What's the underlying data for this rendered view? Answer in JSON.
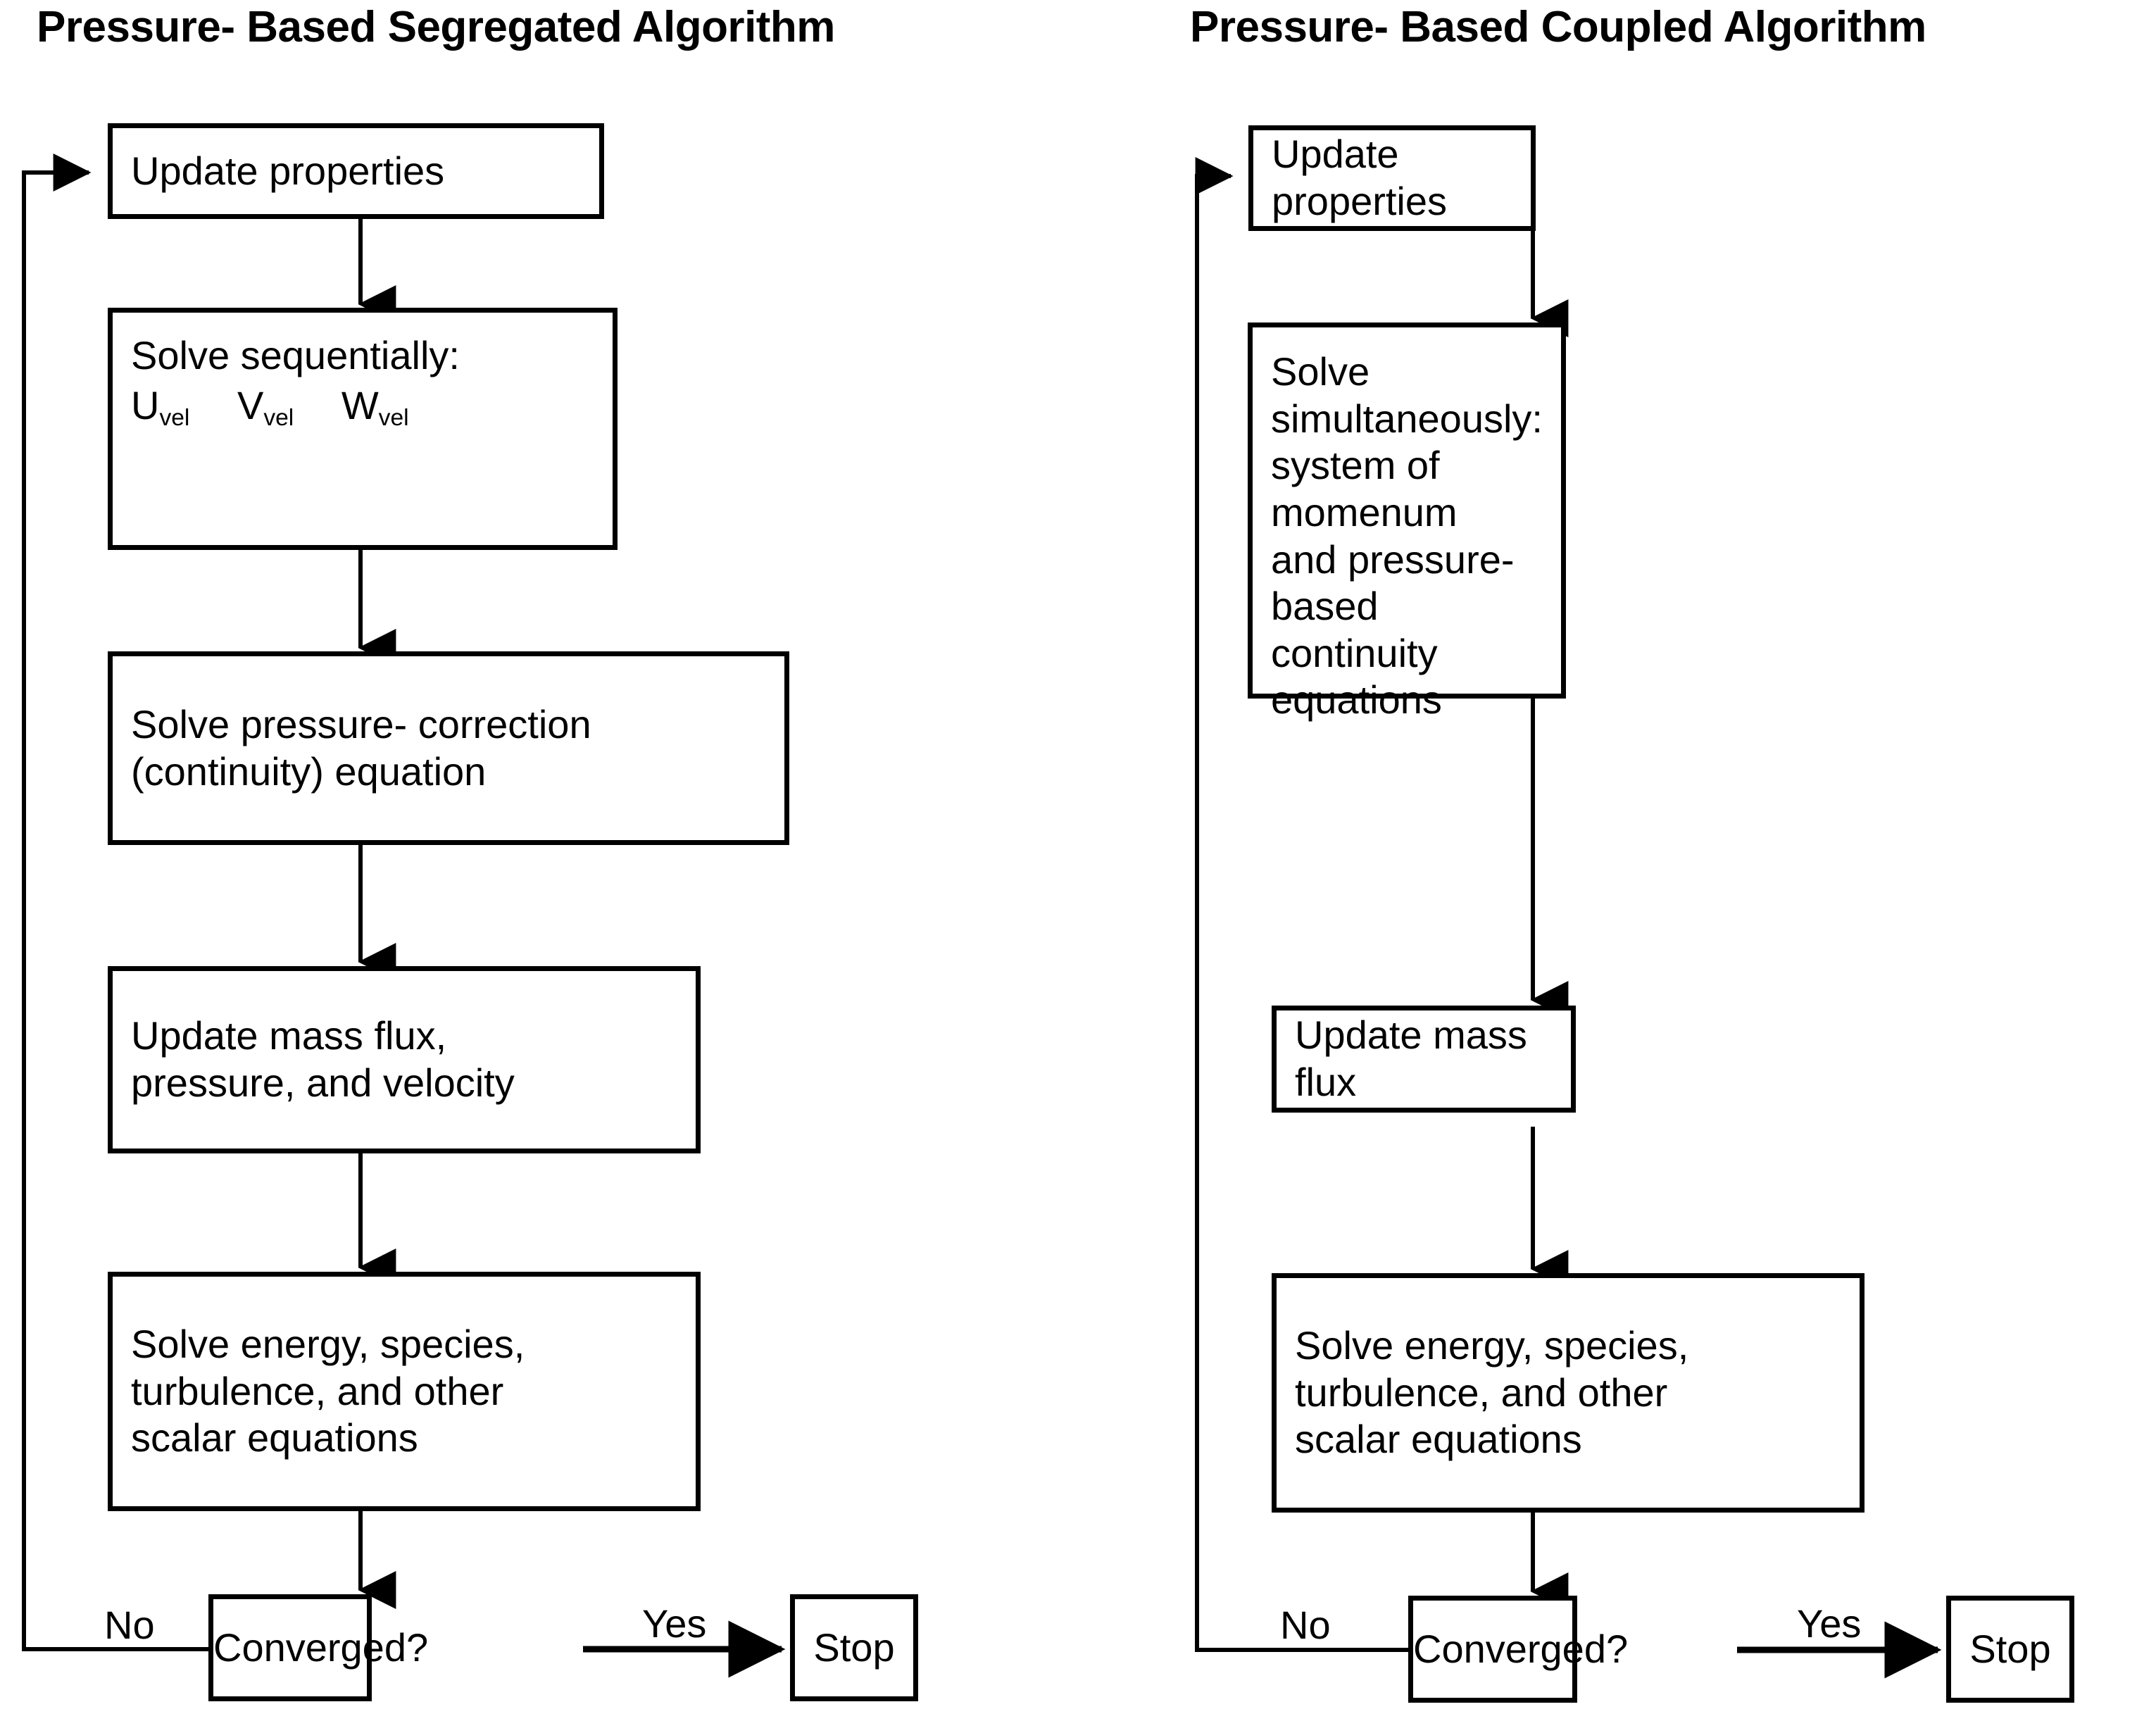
{
  "figure": {
    "type": "flowchart",
    "orientation": "two-column-comparison",
    "background_color": "#ffffff",
    "line_color": "#000000",
    "box_fill": "#ffffff",
    "box_border_color": "#000000"
  },
  "columns": [
    {
      "id": "segregated",
      "title": "Pressure- Based Segregated Algorithm",
      "nodes": [
        {
          "id": "seg-update-properties",
          "label": "Update properties"
        },
        {
          "id": "seg-solve-sequentially",
          "label": "Solve sequentially:",
          "velocities": [
            "U",
            "V",
            "W"
          ],
          "velocity_subscript": "vel"
        },
        {
          "id": "seg-solve-pressure-correction",
          "label": "Solve pressure- correction\n(continuity) equation"
        },
        {
          "id": "seg-update-mass-flux",
          "label": "Update mass flux,\npressure, and velocity"
        },
        {
          "id": "seg-solve-energy",
          "label": "Solve energy, species,\nturbulence, and other\nscalar equations"
        },
        {
          "id": "seg-converged",
          "label": "Converged?"
        },
        {
          "id": "seg-stop",
          "label": "Stop"
        }
      ],
      "edge_labels": {
        "no": "No",
        "yes": "Yes"
      }
    },
    {
      "id": "coupled",
      "title": "Pressure- Based Coupled Algorithm",
      "nodes": [
        {
          "id": "cou-update-properties",
          "label": "Update properties"
        },
        {
          "id": "cou-solve-simultaneously",
          "label": "Solve simultaneously:\nsystem of momenum\nand pressure-based\ncontinuity equations"
        },
        {
          "id": "cou-update-mass-flux",
          "label": "Update mass flux"
        },
        {
          "id": "cou-solve-energy",
          "label": "Solve energy, species,\nturbulence, and other\nscalar equations"
        },
        {
          "id": "cou-converged",
          "label": "Converged?"
        },
        {
          "id": "cou-stop",
          "label": "Stop"
        }
      ],
      "edge_labels": {
        "no": "No",
        "yes": "Yes"
      }
    }
  ]
}
